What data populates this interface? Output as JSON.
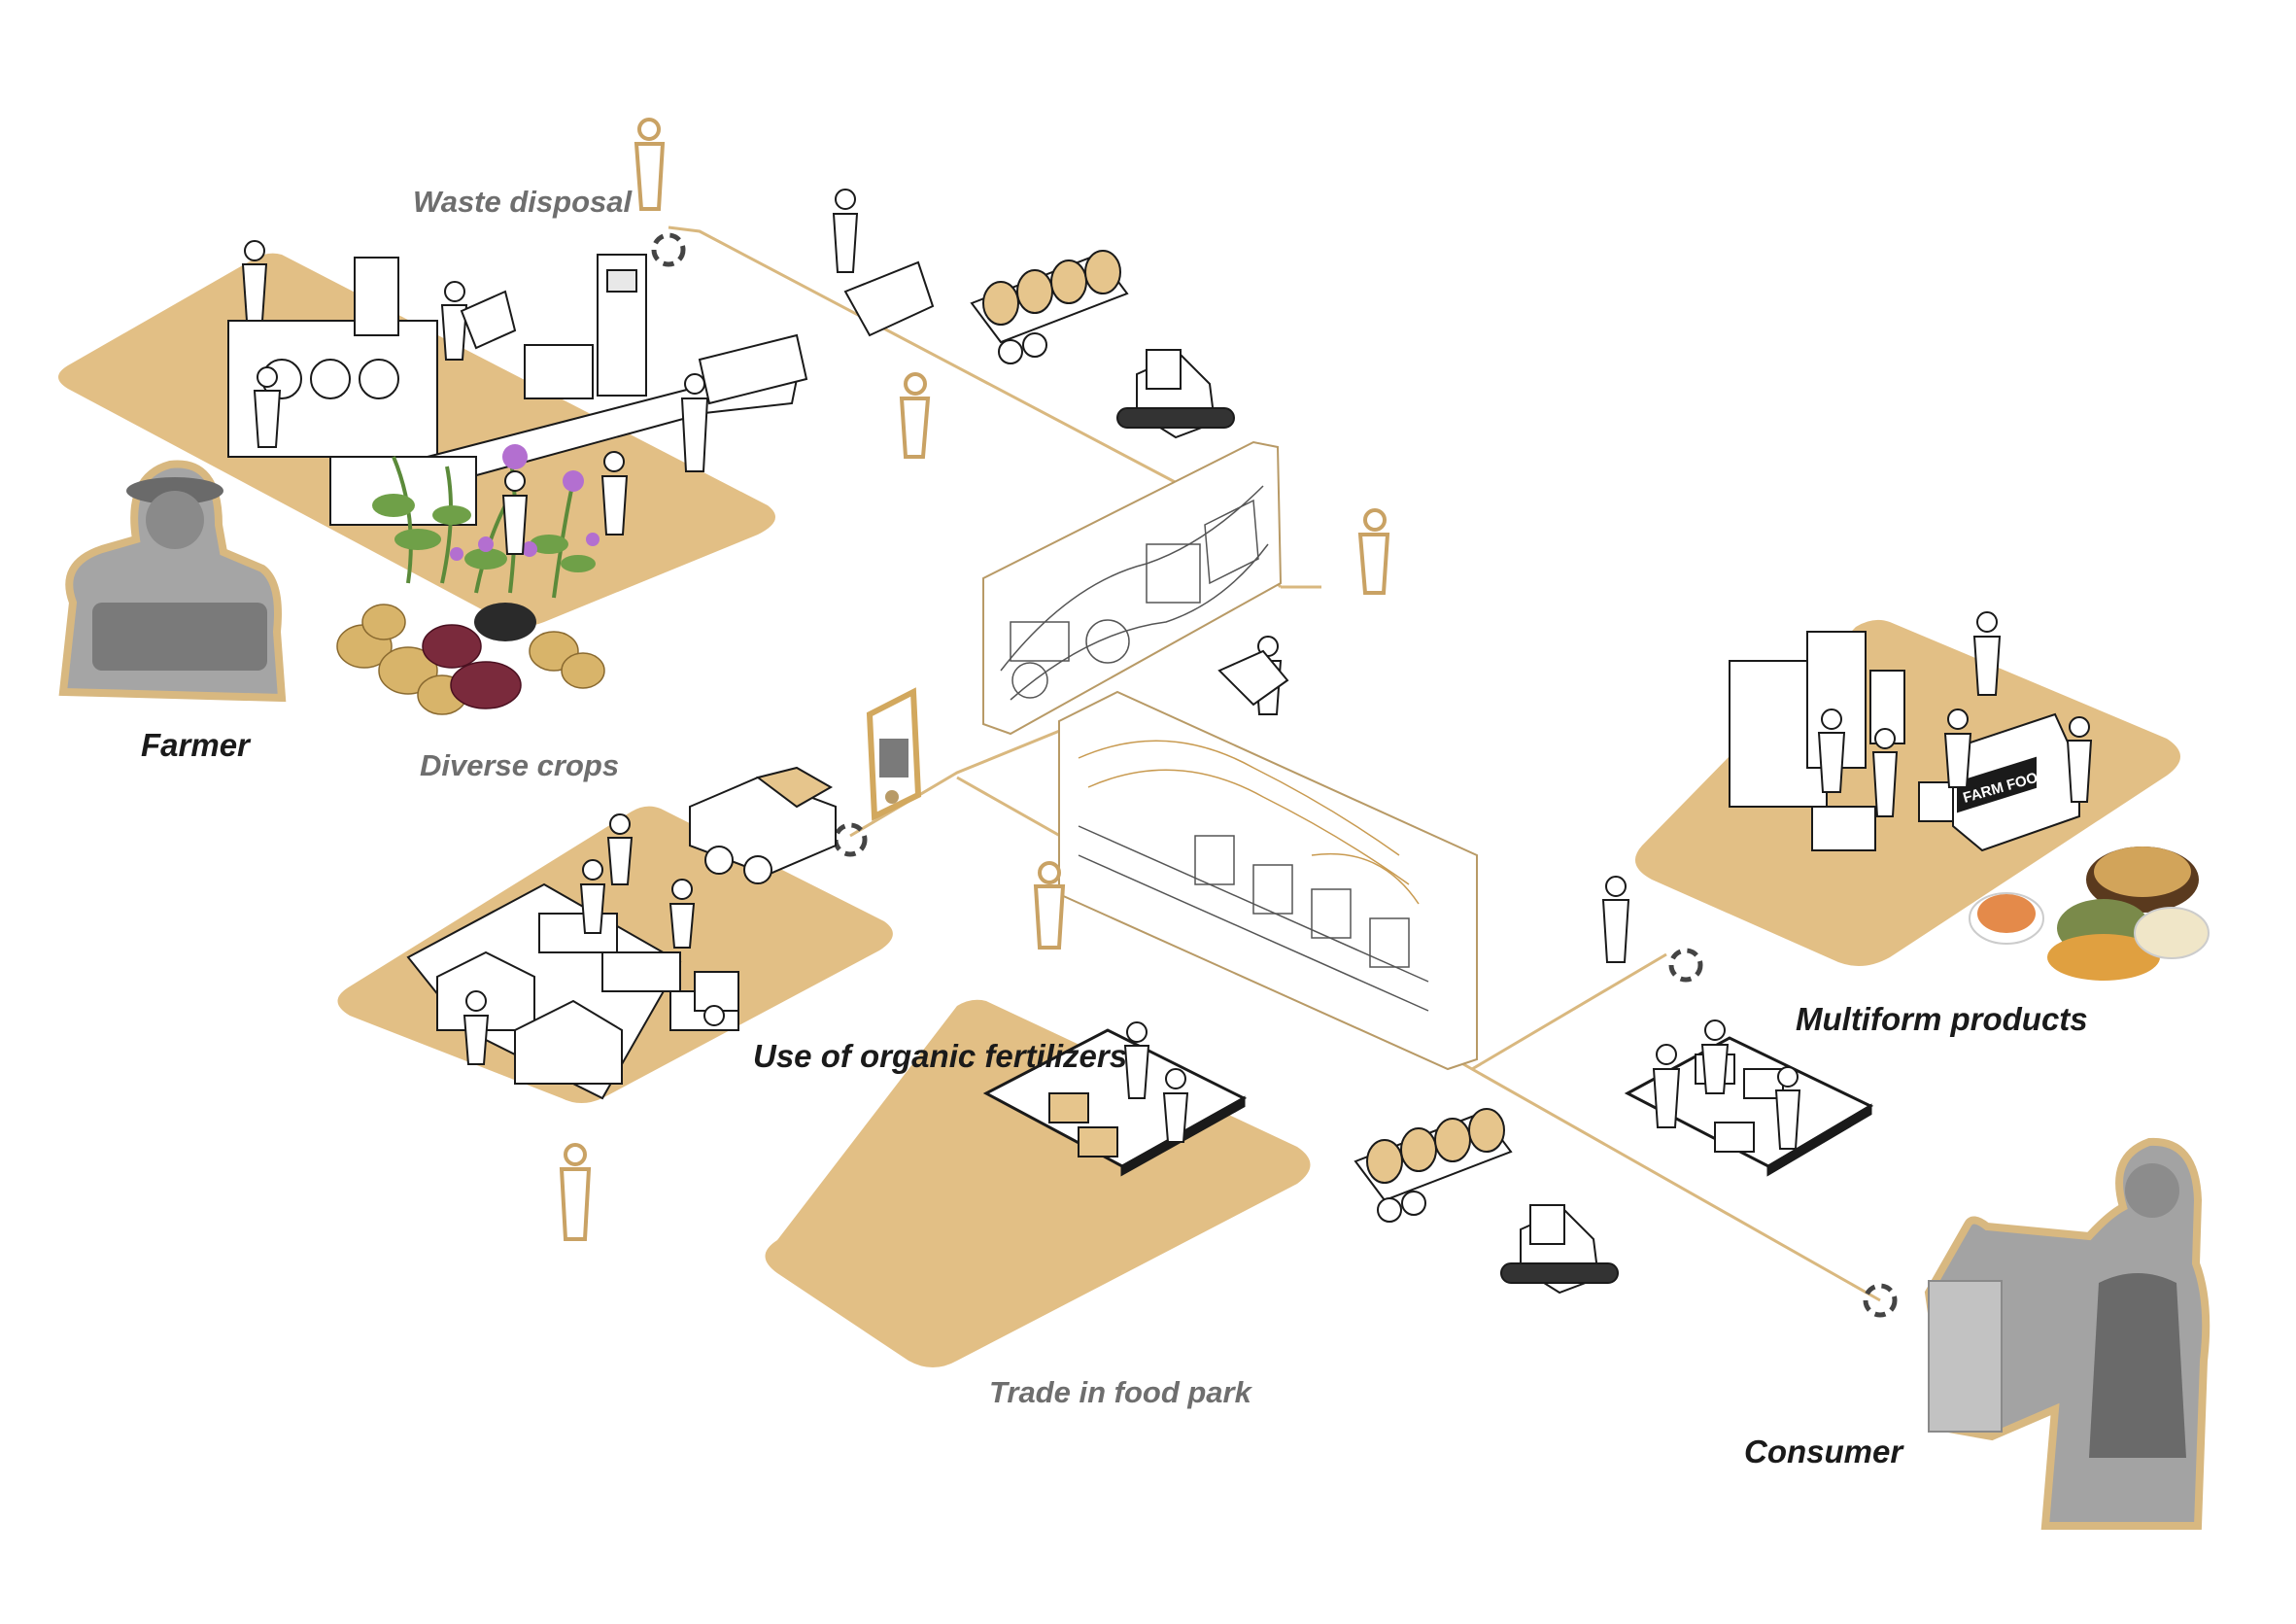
{
  "labels": {
    "waste_disposal": "Waste disposal",
    "farmer": "Farmer",
    "diverse_crops": "Diverse crops",
    "organic_fertilizers": "Use of organic fertilizers",
    "trade_food_park": "Trade in food park",
    "multiform_products": "Multiform products",
    "consumer": "Consumer",
    "farm_food_sign": "FARM FOOD"
  },
  "colors": {
    "platform": "#e2bf85",
    "connector_line": "#d9b87f",
    "outline": "#1a1a1a",
    "label_grey": "#6e6e6e",
    "label_dark": "#1a1a1a"
  },
  "icons": [
    "person-silhouette-icon",
    "node-ring-icon",
    "tractor-icon",
    "truck-icon",
    "fertilizer-bag-icon"
  ]
}
